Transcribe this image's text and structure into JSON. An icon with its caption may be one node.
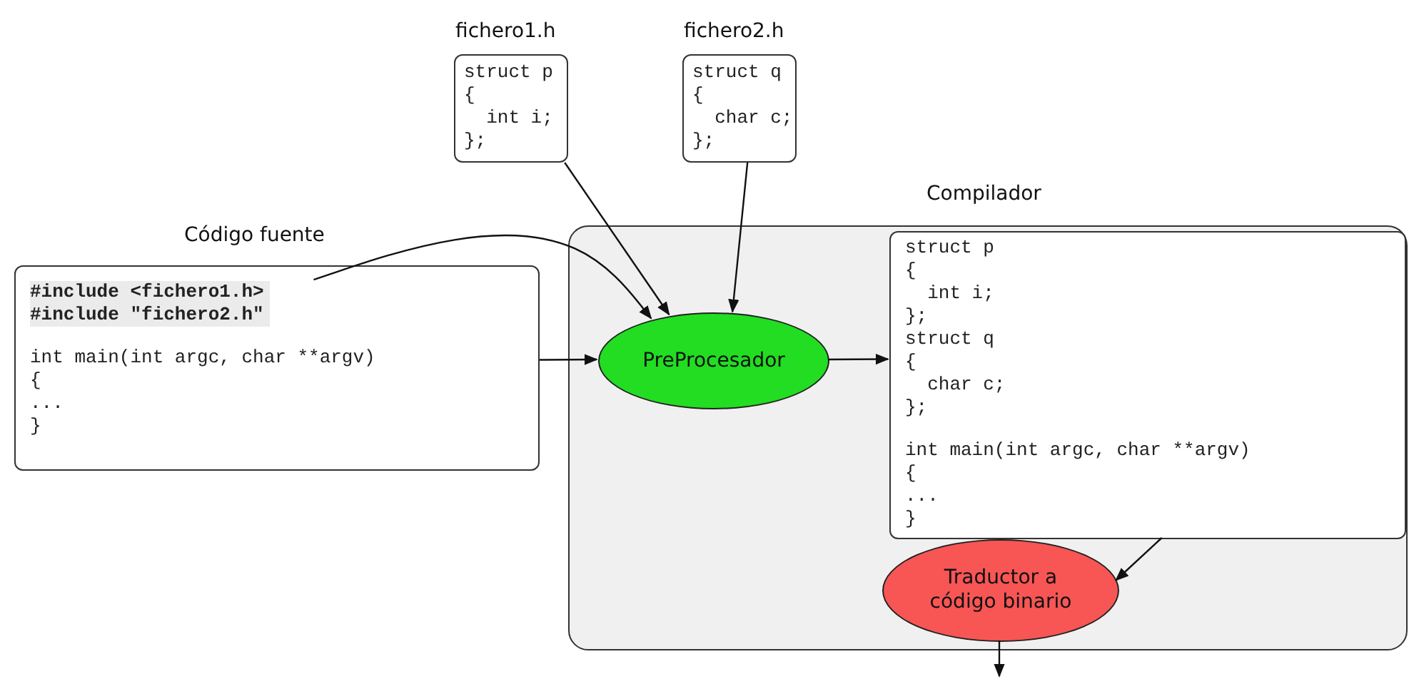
{
  "diagram": {
    "nodes": [
      {
        "text": [
          "fichero1.h",
          "struct p",
          "{",
          "  int i;",
          "};"
        ]
      },
      {
        "text": [
          "fichero2.h",
          "struct q",
          "{",
          "  char c;",
          "};"
        ]
      },
      {
        "text": [
          "Código fuente",
          "#include <fichero1.h>",
          "#include \"fichero2.h\"",
          "int main(int argc, char **argv)",
          "{",
          "...",
          "}"
        ]
      },
      {
        "text": [
          "Compilador"
        ]
      },
      {
        "text": [
          "PreProcesador"
        ],
        "in": 3
      },
      {
        "text": [
          "struct p",
          "{",
          "  int i;",
          "};",
          "struct q",
          "{",
          "  char c;",
          "};",
          "int main(int argc, char **argv)",
          "{",
          "...",
          "}"
        ],
        "in": 3
      },
      {
        "text": [
          "Traductor a código binario"
        ],
        "in": 3
      }
    ],
    "edges": [
      {
        "from": 2,
        "to": 4,
        "arrow": "to"
      },
      {
        "from": 0,
        "to": 4,
        "arrow": "to"
      },
      {
        "from": 1,
        "to": 4,
        "arrow": "to"
      },
      {
        "from": 2,
        "to": 4,
        "arrow": "to"
      },
      {
        "from": 4,
        "to": 5,
        "arrow": "to"
      },
      {
        "from": 5,
        "to": 6,
        "arrow": "to"
      },
      {
        "from": 6,
        "to": null,
        "arrow": "to"
      }
    ]
  }
}
